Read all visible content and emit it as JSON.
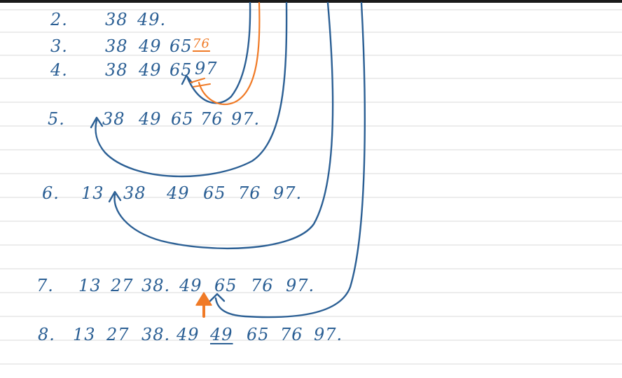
{
  "lines": [
    {
      "label": "2.",
      "values": [
        "38",
        "49."
      ]
    },
    {
      "label": "3.",
      "values": [
        "38",
        "49",
        "65"
      ],
      "inserted": "76"
    },
    {
      "label": "4.",
      "values": [
        "38",
        "49",
        "65",
        "97"
      ]
    },
    {
      "label": "5.",
      "values": [
        "38",
        "49",
        "65",
        "76",
        "97."
      ]
    },
    {
      "label": "6.",
      "values": [
        "13",
        "38",
        "49",
        "65",
        "76",
        "97."
      ]
    },
    {
      "label": "7.",
      "values": [
        "13",
        "27",
        "38.",
        "49",
        "65",
        "76",
        "97."
      ]
    },
    {
      "label": "8.",
      "values": [
        "13",
        "27",
        "38.",
        "49",
        "49",
        "65",
        "76",
        "97."
      ]
    }
  ],
  "colors": {
    "ink_blue": "#2b5f94",
    "ink_orange": "#f07a26",
    "rule_line": "#d8d8d8",
    "top_bar": "#1a1a1a"
  }
}
